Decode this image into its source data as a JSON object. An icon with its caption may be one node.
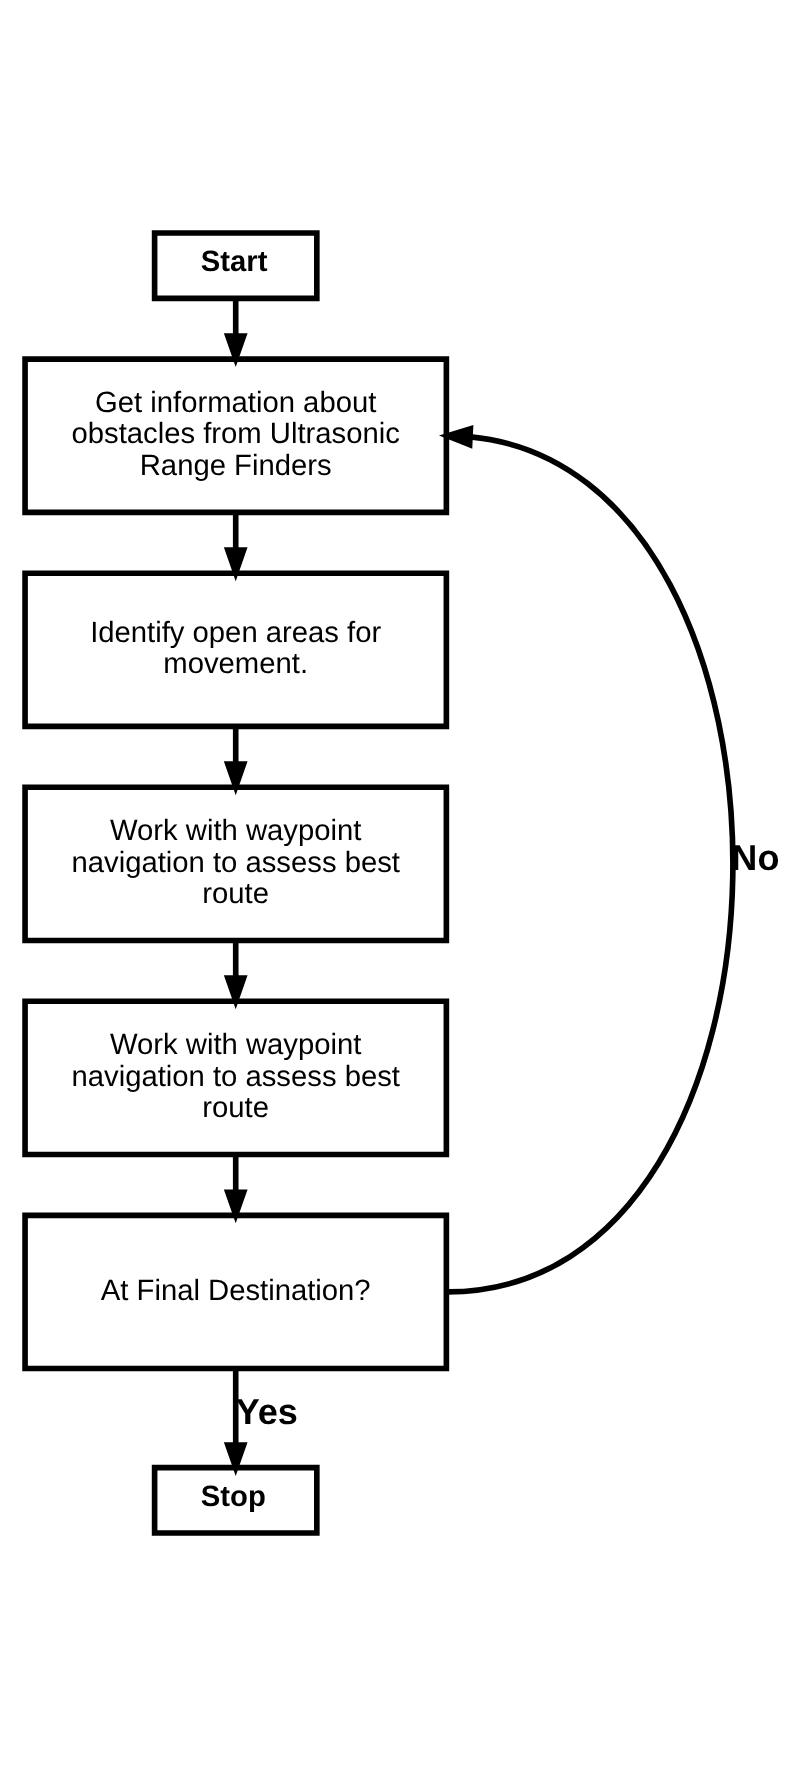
{
  "diagram": {
    "nodes": [
      {
        "text": [
          "Start"
        ]
      },
      {
        "text": [
          "Get information about obstacles from Ultrasonic Range Finders"
        ]
      },
      {
        "text": [
          "Identify open areas for movement."
        ]
      },
      {
        "text": [
          "Work with waypoint navigation to assess best route"
        ]
      },
      {
        "text": [
          "Work with waypoint navigation to assess best route"
        ]
      },
      {
        "text": [
          "At Final Destination?"
        ]
      },
      {
        "text": [
          "Stop"
        ]
      }
    ],
    "edges": [
      {
        "from": 0,
        "to": 1,
        "arrow": "to"
      },
      {
        "from": 1,
        "to": 2,
        "arrow": "to"
      },
      {
        "from": 2,
        "to": 3,
        "arrow": "to"
      },
      {
        "from": 3,
        "to": 4,
        "arrow": "to"
      },
      {
        "from": 4,
        "to": 5,
        "arrow": "to"
      },
      {
        "from": 5,
        "to": 6,
        "arrow": "to",
        "label": "Yes"
      },
      {
        "from": 5,
        "to": 1,
        "arrow": "to",
        "label": "No"
      }
    ]
  }
}
